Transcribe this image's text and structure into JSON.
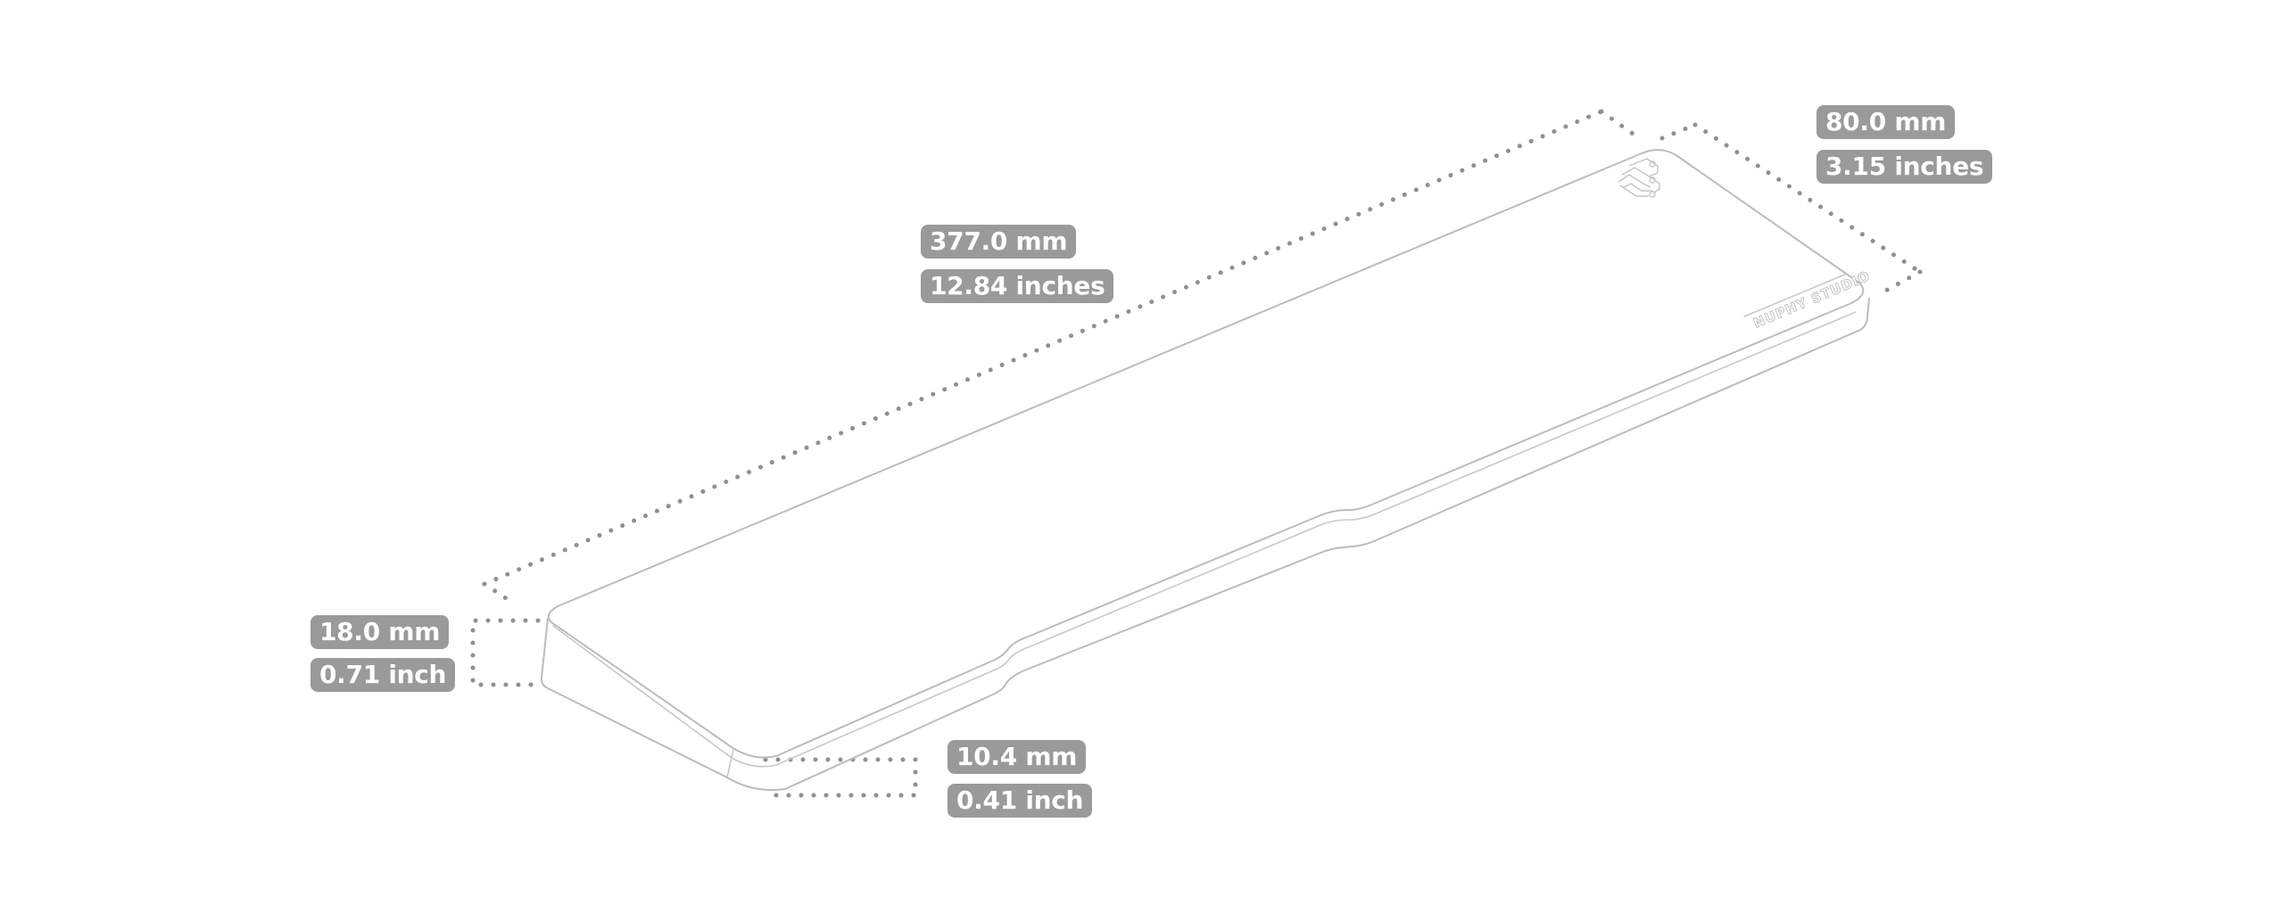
{
  "product": {
    "brand_text": "NUPHY STUDIO",
    "logo_icon": "nuphy-circuit-logo-icon",
    "outline_color": "#bcbcbc"
  },
  "dimensions": {
    "length": {
      "mm": "377.0 mm",
      "inches": "12.84 inches"
    },
    "width": {
      "mm": "80.0 mm",
      "inches": "3.15 inches"
    },
    "back_height": {
      "mm": "18.0 mm",
      "inches": "0.71 inch"
    },
    "front_height": {
      "mm": "10.4 mm",
      "inches": "0.41 inch"
    }
  },
  "style": {
    "label_background": "#9a9a9a",
    "label_text_color": "#ffffff",
    "dimension_line_color": "#8f8f8f"
  }
}
